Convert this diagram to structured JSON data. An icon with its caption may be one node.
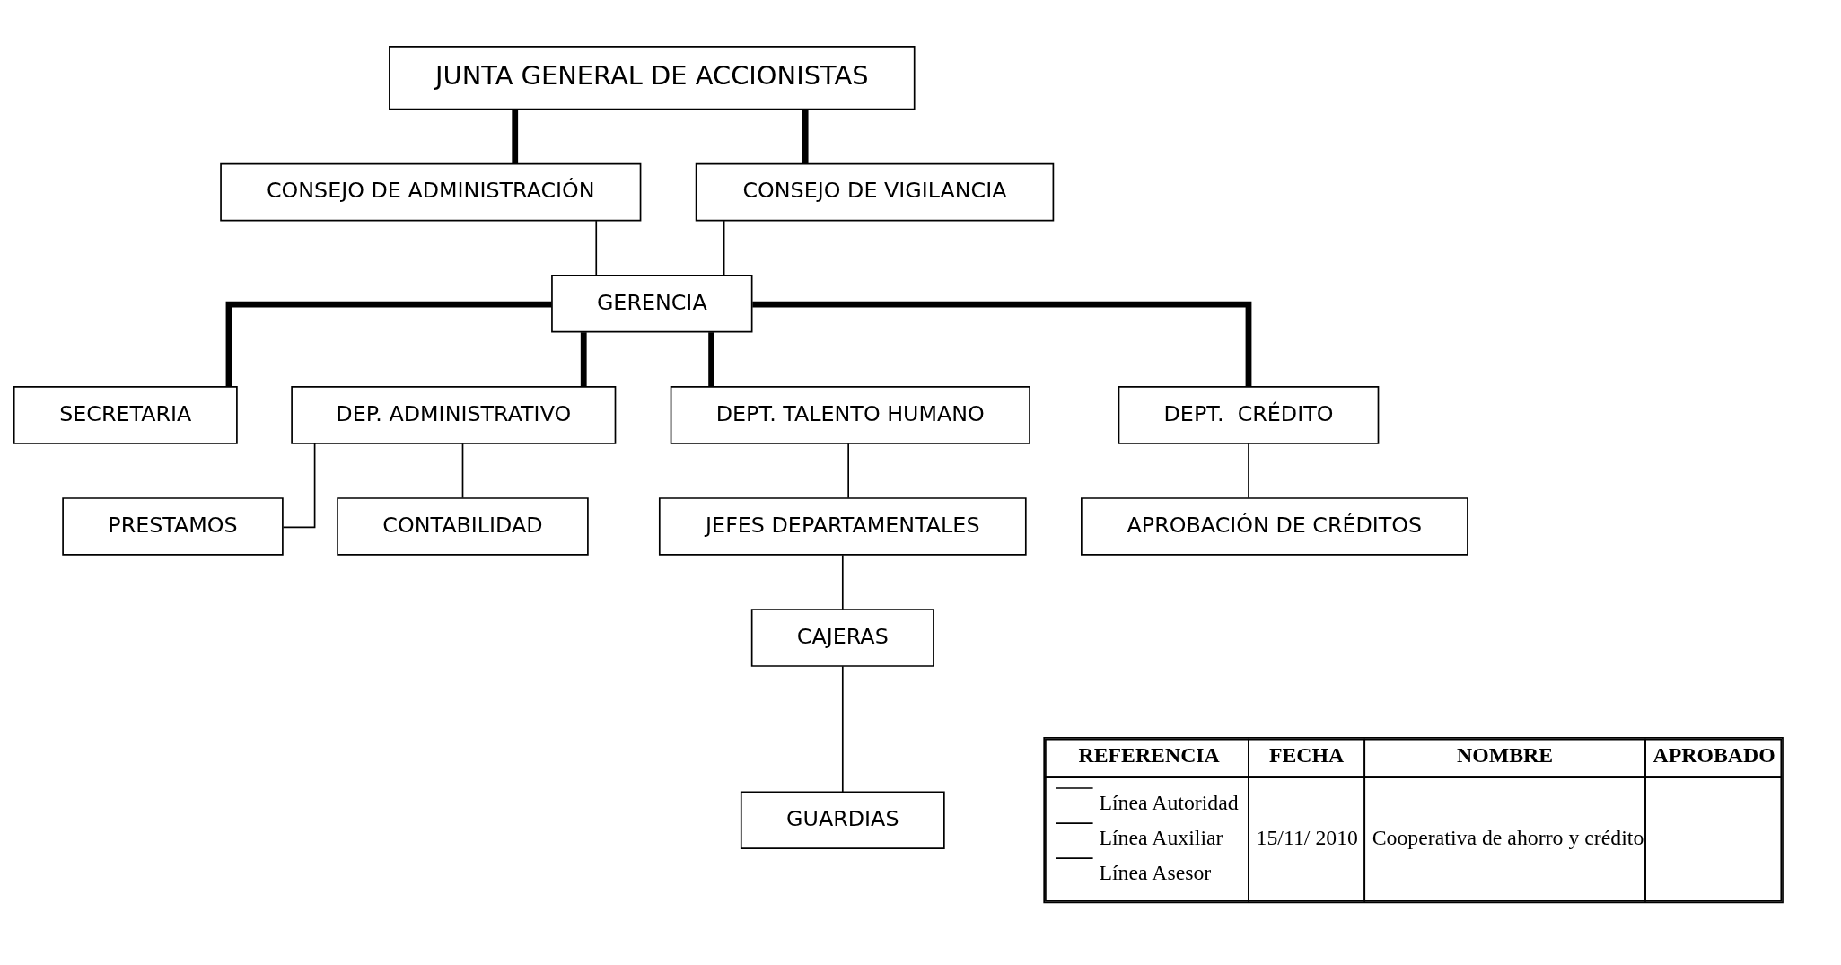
{
  "diagram": {
    "nodes": [
      {
        "text": [
          "JUNTA GENERAL DE ACCIONISTAS"
        ]
      },
      {
        "text": [
          "CONSEJO DE ADMINISTRACIÓN"
        ]
      },
      {
        "text": [
          "CONSEJO DE VIGILANCIA"
        ]
      },
      {
        "text": [
          "GERENCIA"
        ]
      },
      {
        "text": [
          "SECRETARIA"
        ]
      },
      {
        "text": [
          "DEP. ADMINISTRATIVO"
        ]
      },
      {
        "text": [
          "DEPT. TALENTO HUMANO"
        ]
      },
      {
        "text": [
          "DEPT.  CRÉDITO"
        ]
      },
      {
        "text": [
          "PRESTAMOS"
        ]
      },
      {
        "text": [
          "CONTABILIDAD"
        ]
      },
      {
        "text": [
          "JEFES DEPARTAMENTALES"
        ]
      },
      {
        "text": [
          "CAJERAS"
        ]
      },
      {
        "text": [
          "GUARDIAS"
        ]
      },
      {
        "text": [
          "APROBACIÓN DE CRÉDITOS"
        ]
      }
    ],
    "edges": [
      {
        "from": 0,
        "to": 1,
        "arrow": "none",
        "style": "thick"
      },
      {
        "from": 0,
        "to": 2,
        "arrow": "none",
        "style": "thick"
      },
      {
        "from": 1,
        "to": 3,
        "arrow": "none"
      },
      {
        "from": 2,
        "to": 3,
        "arrow": "none"
      },
      {
        "from": 3,
        "to": 4,
        "arrow": "none",
        "style": "thick"
      },
      {
        "from": 3,
        "to": 5,
        "arrow": "none",
        "style": "thick"
      },
      {
        "from": 3,
        "to": 6,
        "arrow": "none",
        "style": "thick"
      },
      {
        "from": 3,
        "to": 7,
        "arrow": "none",
        "style": "thick"
      },
      {
        "from": 5,
        "to": 8,
        "arrow": "none"
      },
      {
        "from": 5,
        "to": 9,
        "arrow": "none"
      },
      {
        "from": 6,
        "to": 10,
        "arrow": "none"
      },
      {
        "from": 10,
        "to": 11,
        "arrow": "none"
      },
      {
        "from": 11,
        "to": 12,
        "arrow": "none"
      },
      {
        "from": 7,
        "to": 13,
        "arrow": "none"
      }
    ],
    "labels": [
      "REFERENCIA",
      "FECHA",
      "NOMBRE",
      "APROBADO",
      "15/11/ 2010",
      "Cooperativa de ahorro y crédito"
    ],
    "legend": [
      {
        "text": "Línea Autoridad"
      },
      {
        "text": "Línea Auxiliar"
      },
      {
        "text": "Línea Asesor"
      }
    ]
  }
}
